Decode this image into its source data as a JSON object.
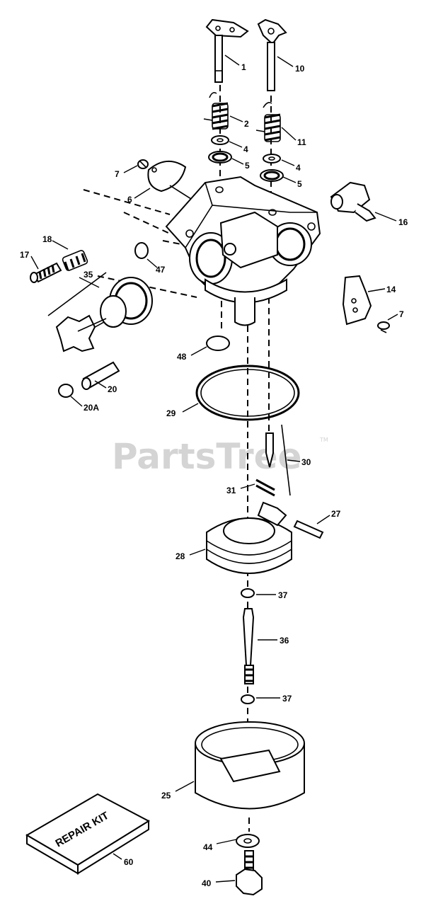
{
  "watermark": {
    "text": "PartsTree",
    "mark": "TM"
  },
  "repair_kit": {
    "text": "REPAIR KIT"
  },
  "parts": [
    {
      "id": "1"
    },
    {
      "id": "10"
    },
    {
      "id": "2"
    },
    {
      "id": "11"
    },
    {
      "id": "4"
    },
    {
      "id": "4"
    },
    {
      "id": "5"
    },
    {
      "id": "5"
    },
    {
      "id": "7"
    },
    {
      "id": "6"
    },
    {
      "id": "16"
    },
    {
      "id": "18"
    },
    {
      "id": "17"
    },
    {
      "id": "47"
    },
    {
      "id": "35"
    },
    {
      "id": "14"
    },
    {
      "id": "7"
    },
    {
      "id": "48"
    },
    {
      "id": "20"
    },
    {
      "id": "20A"
    },
    {
      "id": "29"
    },
    {
      "id": "30"
    },
    {
      "id": "31"
    },
    {
      "id": "27"
    },
    {
      "id": "28"
    },
    {
      "id": "37"
    },
    {
      "id": "36"
    },
    {
      "id": "37"
    },
    {
      "id": "25"
    },
    {
      "id": "44"
    },
    {
      "id": "60"
    },
    {
      "id": "40"
    }
  ]
}
